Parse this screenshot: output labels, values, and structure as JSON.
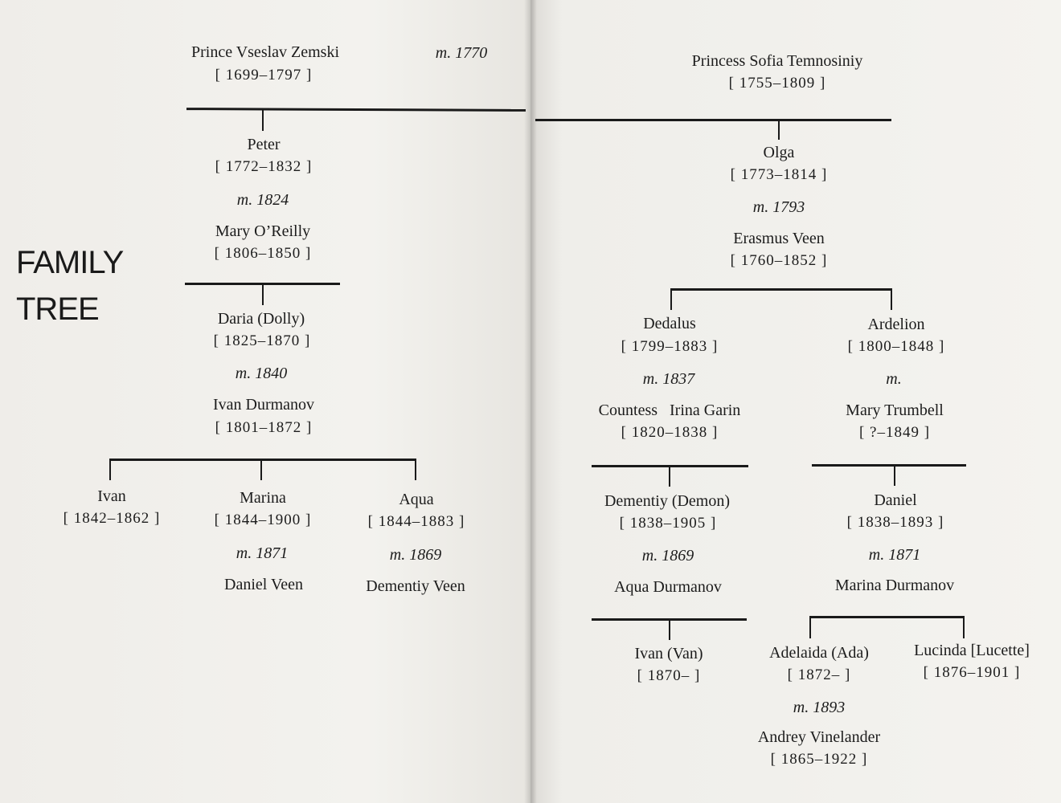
{
  "heading": {
    "line1": "FAMILY",
    "line2": "TREE"
  },
  "people": {
    "vseslav": {
      "name": "Prince Vseslav Zemski",
      "dates": "[ 1699–1797 ]"
    },
    "sofia": {
      "name": "Princess Sofia Temnosiniy",
      "dates": "[ 1755–1809 ]"
    },
    "peter": {
      "name": "Peter",
      "dates": "[ 1772–1832 ]"
    },
    "mary_oreilly": {
      "name": "Mary O’Reilly",
      "dates": "[ 1806–1850 ]"
    },
    "olga": {
      "name": "Olga",
      "dates": "[ 1773–1814 ]"
    },
    "erasmus": {
      "name": "Erasmus Veen",
      "dates": "[ 1760–1852 ]"
    },
    "daria": {
      "name": "Daria (Dolly)",
      "dates": "[ 1825–1870 ]"
    },
    "ivan_durmanov": {
      "name": "Ivan Durmanov",
      "dates": "[ 1801–1872 ]"
    },
    "dedalus": {
      "name": "Dedalus",
      "dates": "[ 1799–1883 ]"
    },
    "irina": {
      "name": "Countess   Irina Garin",
      "dates": "[ 1820–1838 ]"
    },
    "ardelion": {
      "name": "Ardelion",
      "dates": "[ 1800–1848 ]"
    },
    "mary_trumbell": {
      "name": "Mary Trumbell",
      "dates": "[ ?–1849 ]"
    },
    "ivan": {
      "name": "Ivan",
      "dates": "[ 1842–1862 ]"
    },
    "marina": {
      "name": "Marina",
      "dates": "[ 1844–1900 ]",
      "spouse": "Daniel Veen"
    },
    "aqua": {
      "name": "Aqua",
      "dates": "[ 1844–1883 ]",
      "spouse": "Dementiy Veen"
    },
    "demon": {
      "name": "Dementiy (Demon)",
      "dates": "[ 1838–1905 ]",
      "spouse": "Aqua Durmanov"
    },
    "daniel": {
      "name": "Daniel",
      "dates": "[ 1838–1893 ]",
      "spouse": "Marina Durmanov"
    },
    "van": {
      "name": "Ivan (Van)",
      "dates": "[ 1870– ]"
    },
    "ada": {
      "name": "Adelaida (Ada)",
      "dates": "[ 1872– ]"
    },
    "andrey": {
      "name": "Andrey Vinelander",
      "dates": "[ 1865–1922 ]"
    },
    "lucette": {
      "name": "Lucinda [Lucette]",
      "dates": "[ 1876–1901 ]"
    }
  },
  "marriages": {
    "vseslav_sofia": "m. 1770",
    "peter_mary": "m. 1824",
    "olga_erasmus": "m. 1793",
    "daria_ivan": "m. 1840",
    "dedalus_irina": "m. 1837",
    "ardelion_mary": "m.",
    "marina_daniel": "m. 1871",
    "aqua_dementiy": "m. 1869",
    "demon_aqua": "m. 1869",
    "daniel_marina": "m. 1871",
    "ada_andrey": "m. 1893"
  }
}
